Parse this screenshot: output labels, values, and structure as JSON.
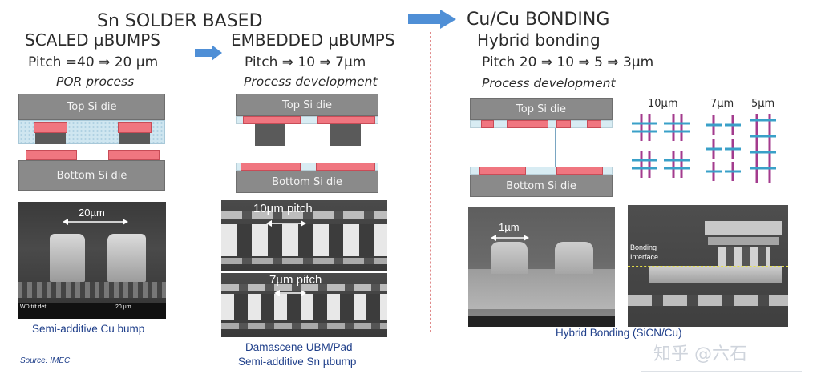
{
  "header": {
    "left_title": "Sn SOLDER BASED",
    "right_title": "Cu/Cu BONDING"
  },
  "col1": {
    "title": "SCALED µBUMPS",
    "pitch": "Pitch =40 ⇒ 20 µm",
    "status": "POR process",
    "top_die": "Top Si die",
    "bottom_die": "Bottom Si die",
    "sem_label": "20µm",
    "sem_info": "WD tilt det",
    "sem_scale": "20 µm",
    "caption": "Semi-additive Cu bump",
    "source": "Source: IMEC"
  },
  "col2": {
    "title": "EMBEDDED µBUMPS",
    "pitch": "Pitch ⇒ 10 ⇒ 7µm",
    "status": "Process development",
    "top_die": "Top Si die",
    "bottom_die": "Bottom Si die",
    "sem_label_1": "10µm pitch",
    "sem_label_2": "7µm pitch",
    "caption_1": "Damascene UBM/Pad",
    "caption_2": "Semi-additive Sn µbump"
  },
  "col3": {
    "title": "Hybrid bonding",
    "pitch": "Pitch  20 ⇒ 10 ⇒ 5 ⇒ 3µm",
    "status": "Process development",
    "top_die": "Top Si die",
    "bottom_die": "Bottom Si die",
    "grid_labels": [
      "10µm",
      "7µm",
      "5µm"
    ],
    "sem_label": "1µm",
    "sem2_label_1": "Bonding",
    "sem2_label_2": "Interface",
    "caption": "Hybrid Bonding (SiCN/Cu)"
  },
  "watermark": "知乎 @六石",
  "colors": {
    "arrow": "#4f8fd6",
    "pad": "#f07680",
    "die": "#8a8a8a",
    "caption": "#1f3f8a"
  }
}
